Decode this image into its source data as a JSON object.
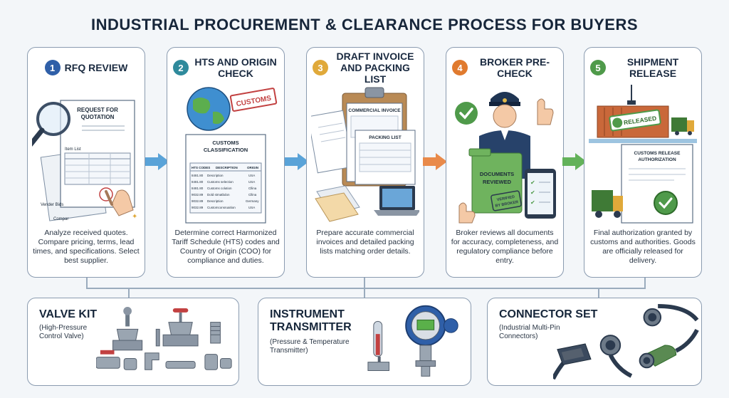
{
  "title": "INDUSTRIAL PROCUREMENT & CLEARANCE PROCESS FOR BUYERS",
  "steps": [
    {
      "num": "1",
      "title": "RFQ REVIEW",
      "color": "#2f5fa8",
      "doc_title": "REQUEST FOR QUOTATION",
      "doc_items": "Item List",
      "doc_vendor": "Vender Bids",
      "doc_compare": "Compar",
      "desc": "Analyze received quotes. Compare pricing, terms, lead times, and specifications. Select best supplier."
    },
    {
      "num": "2",
      "title": "HTS AND ORIGIN CHECK",
      "color": "#2f8a9c",
      "stamp": "CUSTOMS",
      "doc_title": "CUSTOMS CLASSIFICATION",
      "table_headers": [
        "HTS CODES",
        "DESCRIPTION",
        "ORIGIN"
      ],
      "table_rows": [
        [
          "8481.80",
          "Description",
          "USA"
        ],
        [
          "8481.80",
          "Customs selection",
          "USA"
        ],
        [
          "8481.80",
          "Customs colution",
          "Cllina"
        ],
        [
          "9032.89",
          "Dold stmatbdon",
          "Cllina"
        ],
        [
          "9032.89",
          "Description",
          "Germany"
        ],
        [
          "9032.89",
          "Customconsruaition",
          "USA"
        ]
      ],
      "desc": "Determine correct Harmonized Tariff Schedule (HTS) codes and Country of Origin (COO) for compliance and duties."
    },
    {
      "num": "3",
      "title": "DRAFT INVOICE AND PACKING LIST",
      "color": "#e0a93a",
      "doc1": "COMMERCIAL INVOICE",
      "doc2": "PACKING LIST",
      "desc": "Prepare accurate commercial invoices and detailed packing lists matching order details."
    },
    {
      "num": "4",
      "title": "BROKER PRE-CHECK",
      "color": "#e07a2e",
      "folder_label": "DOCUMENTS REVIEWED",
      "stamp": "VERIFIED BY BROKER",
      "desc": "Broker reviews all documents for accuracy, completeness, and regulatory compliance before entry."
    },
    {
      "num": "5",
      "title": "SHIPMENT RELEASE",
      "color": "#4f9a4a",
      "stamp": "RELEASED",
      "doc_title": "CUSTOMS RELEASE AUTHORIZATION",
      "desc": "Final authorization granted by customs and authorities. Goods are officially released for delivery."
    }
  ],
  "products": [
    {
      "title": "VALVE KIT",
      "sub": "(High-Pressure Control Valve)"
    },
    {
      "title": "INSTRUMENT TRANSMITTER",
      "sub": "(Pressure & Temperature Transmitter)"
    },
    {
      "title": "CONNECTOR SET",
      "sub": "(Industrial Multi-Pin Connectors)"
    }
  ],
  "colors": {
    "arrow": "#4a9ad4",
    "border": "#8a9bb0",
    "title": "#17263a"
  }
}
